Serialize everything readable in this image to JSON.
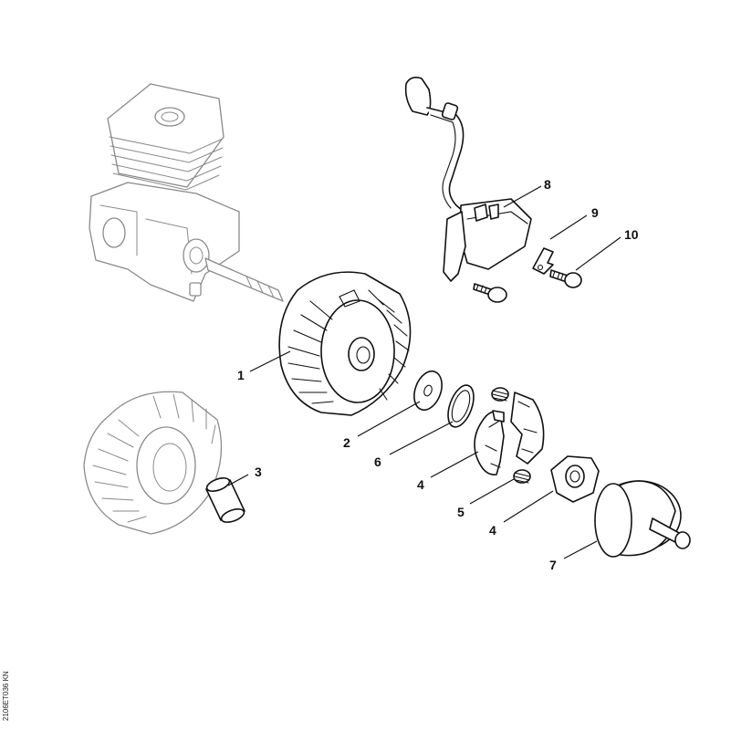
{
  "diagram": {
    "callouts": [
      "1",
      "2",
      "3",
      "4",
      "4",
      "5",
      "6",
      "7",
      "8",
      "9",
      "10"
    ]
  },
  "side_code": "2106ET036 KN"
}
